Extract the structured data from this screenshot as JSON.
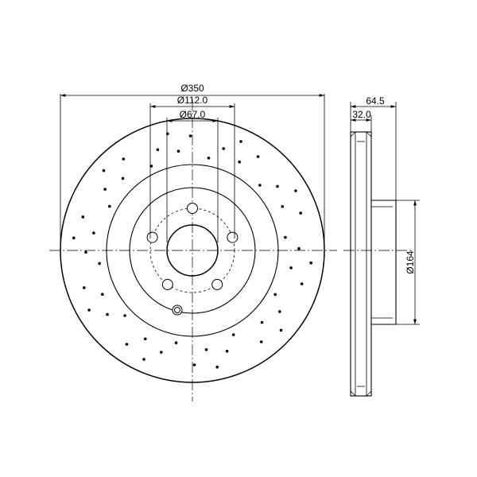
{
  "dimensions": {
    "outer_diameter": "Ø350",
    "bolt_circle_diameter": "Ø112.0",
    "center_bore_diameter": "Ø67.0",
    "thickness_total": "64.5",
    "disc_thickness": "32.0",
    "hat_diameter": "Ø164"
  }
}
